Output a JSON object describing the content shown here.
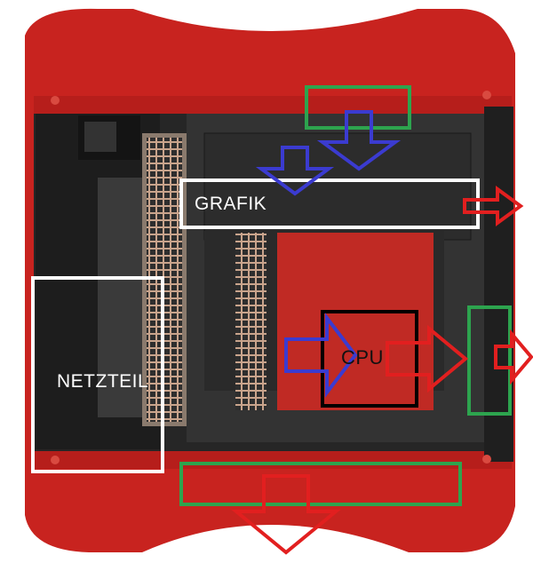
{
  "photo": {
    "subject": "pc-case-interior-top-view",
    "case_color": "#c8231f",
    "interior_color": "#2a2a2a"
  },
  "labels": {
    "gpu": "GRAFIK",
    "cpu": "CPU",
    "psu": "NETZTEIL"
  },
  "colors": {
    "intake_arrow": "#3b3bd0",
    "exhaust_arrow": "#e21f1f",
    "fan_box": "#2da44e",
    "component_box": "#ffffff",
    "cpu_box": "#000000"
  }
}
